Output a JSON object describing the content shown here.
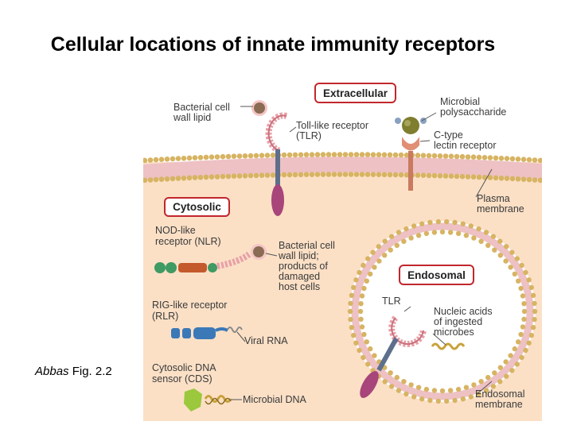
{
  "slide": {
    "title": "Cellular locations of innate immunity receptors",
    "caption_italic": "Abbas",
    "caption_rest": " Fig. 2.2"
  },
  "figure": {
    "compartments": {
      "extracellular": "Extracellular",
      "cytosolic": "Cytosolic",
      "endosomal": "Endosomal"
    },
    "labels": {
      "bacterial_cell_wall_lipid": [
        "Bacterial cell",
        "wall lipid"
      ],
      "toll_like_receptor": [
        "Toll-like receptor",
        "(TLR)"
      ],
      "microbial_polysaccharide": [
        "Microbial",
        "polysaccharide"
      ],
      "c_type_lectin_receptor": [
        "C-type",
        "lectin receptor"
      ],
      "plasma_membrane": [
        "Plasma",
        "membrane"
      ],
      "nod_like_receptor": [
        "NOD-like",
        "receptor (NLR)"
      ],
      "bacterial_products": [
        "Bacterial cell",
        "wall lipid;",
        "products of",
        "damaged",
        "host cells"
      ],
      "rig_like_receptor": [
        "RIG-like receptor",
        "(RLR)"
      ],
      "viral_rna": "Viral RNA",
      "tlr": "TLR",
      "nucleic_acids": [
        "Nucleic acids",
        "of ingested",
        "microbes"
      ],
      "cytosolic_dna_sensor": [
        "Cytosolic DNA",
        "sensor (CDS)"
      ],
      "microbial_dna": "Microbial DNA",
      "endosomal_membrane": [
        "Endosomal",
        "membrane"
      ]
    },
    "colors": {
      "cytoplasm": "#fbe0c6",
      "membrane_bead": "#d7b463",
      "membrane_core": "#eec1c4",
      "receptor_purple": "#a8457a",
      "receptor_stalk": "#5d6f8c",
      "lrr_pink": "#e8a0a8",
      "ligand_brown": "#8a6b53",
      "polysaccharide_olive": "#7f7d2e",
      "ctype_salmon": "#e08e74",
      "nlr_green": "#3f9a63",
      "nlr_orange": "#c45a2c",
      "rlr_blue": "#3b78b8",
      "cds_green": "#9bc83c",
      "dna_gold": "#c8a23a"
    }
  }
}
